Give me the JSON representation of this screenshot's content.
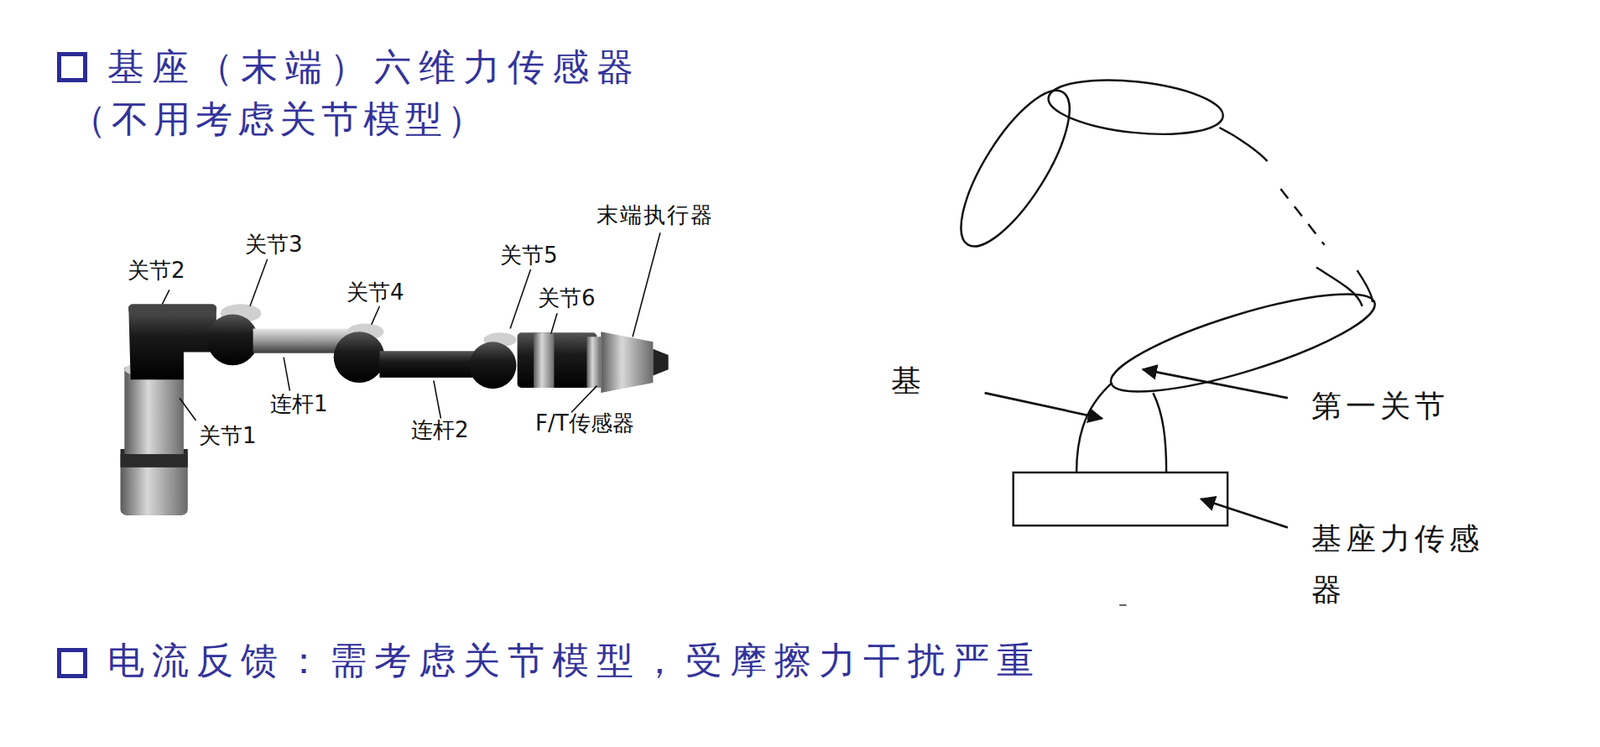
{
  "diagram": {
    "labels": [
      "基座（末端）六维力传感器",
      "（不用考虑关节模型）",
      "关节2",
      "关节3",
      "关节4",
      "关节5",
      "关节6",
      "末端执行器",
      "连杆1",
      "连杆2",
      "关节1",
      "F/T传感器",
      "基",
      "第一关节",
      "基座力传感器",
      "电流反馈：需考虑关节模型，受摩擦力干扰严重"
    ]
  }
}
